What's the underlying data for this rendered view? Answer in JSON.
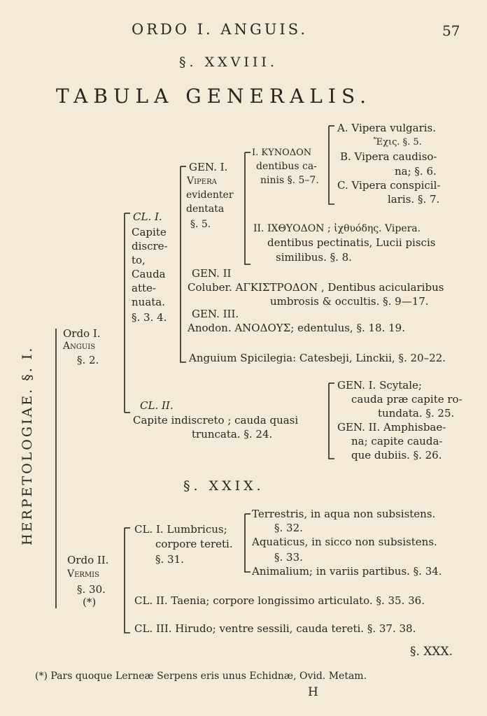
{
  "header": {
    "running_title": "ORDO I. ANGUIS.",
    "page_number": "57"
  },
  "sec_xxviii": "§. XXVIII.",
  "title": "TABULA GENERALIS.",
  "side": "HERPETOLOGIAE. §. I.",
  "ordo1": [
    "Ordo I.",
    "Anguis",
    "§. 2."
  ],
  "cl1": [
    "CL. I.",
    "Capite",
    "discre-",
    "to,",
    "Cauda",
    "atte-",
    "nuata.",
    "§. 3. 4."
  ],
  "gen1": [
    "GEN. I.",
    "Vipera",
    "evidenter",
    "dentata",
    "§. 5."
  ],
  "kyn": [
    "I. ΚΥΝΟΔΟΝ",
    "dentibus ca-",
    "ninis §. 5–7."
  ],
  "vipA": [
    "A. Vipera vulgaris.",
    "Ἔχις. §. 5."
  ],
  "vipB": [
    "B. Vipera caudiso-",
    "na; §. 6."
  ],
  "vipC": [
    "C. Vipera conspicil-",
    "laris. §. 7."
  ],
  "ichth": [
    "II. ΙΧΘΥΟΔΟΝ ; ἰχθυόδης. Vipera.",
    "dentibus pectinatis, Lucii piscis",
    "similibus. §. 8."
  ],
  "gen2": [
    "GEN. II",
    "Coluber. ΑΓΚΙΣΤΡΟΔΟΝ , Dentibus acicularibus",
    "umbrosis & occultis. §. 9—17."
  ],
  "gen3": [
    "GEN. III.",
    "Anodon. ΑΝΟΔΟΥΣ; edentulus, §. 18. 19."
  ],
  "spicil": "Anguium Spicilegia: Catesbeji, Linckii, §. 20–22.",
  "cl2": [
    "CL. II.",
    "Capite indiscreto ; cauda quasi",
    "truncata. §. 24."
  ],
  "scyt": [
    "GEN. I. Scytale;",
    "cauda præ capite ro-",
    "tundata. §. 25."
  ],
  "amph": [
    "GEN. II. Amphisbae-",
    "na; capite cauda-",
    "que dubiis. §. 26."
  ],
  "sec_xxix": "§. XXIX.",
  "ordo2": [
    "Ordo II.",
    "Vermis",
    "§. 30.",
    "(*)"
  ],
  "lumb": [
    "CL. I. Lumbricus;",
    "corpore tereti.",
    "§. 31."
  ],
  "terr": [
    "Terrestris, in aqua non subsistens.",
    "§. 32."
  ],
  "aqua": [
    "Aquaticus, in sicco non subsistens.",
    "§. 33."
  ],
  "anim": "Animalium; in variis partibus. §. 34.",
  "taen": "CL. II. Taenia; corpore longissimo articulato. §. 35. 36.",
  "hir": "CL. III. Hirudo; ventre sessili, cauda tereti. §. 37. 38.",
  "sec_xxx": "§. XXX.",
  "footnote": "(*) Pars quoque Lerneæ Serpens eris unus Echidnæ, Ovid. Metam.",
  "signature": "H"
}
